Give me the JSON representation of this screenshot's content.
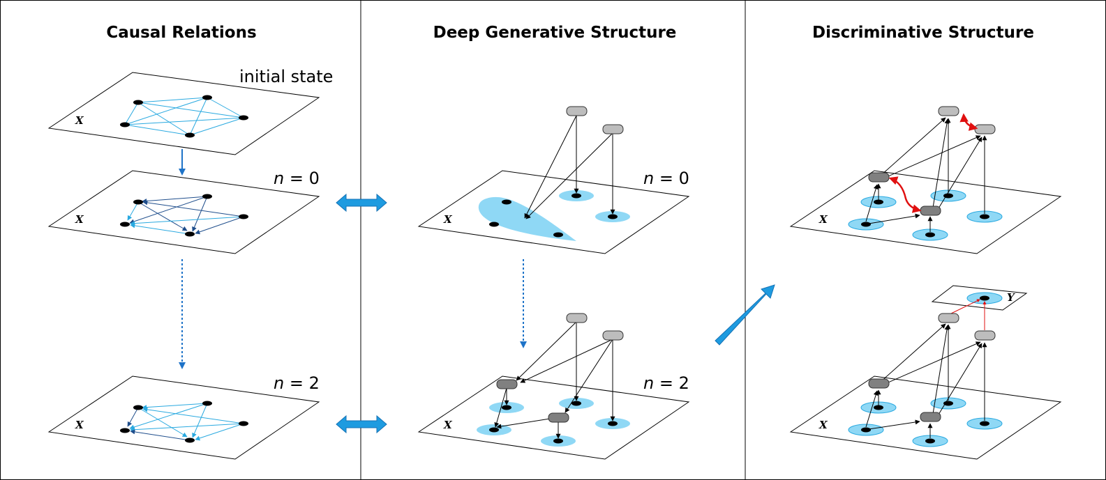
{
  "panels": [
    {
      "title": "Causal Relations"
    },
    {
      "title": "Deep Generative Structure"
    },
    {
      "title": "Discriminative Structure"
    }
  ],
  "labels": {
    "initial_state": "initial state",
    "n_symbol": "n",
    "n0_value": " = 0",
    "n2_value": " = 2",
    "x_var": "X",
    "y_var": "Y"
  },
  "colors": {
    "light_edge": "#29a9e0",
    "dark_edge": "#1f4e8c",
    "arrow_fill": "#1e9be0",
    "ellipse_fill": "#8fd8f5",
    "latent_light": "#b8b8b8",
    "latent_dark": "#7f7f7f",
    "bidirected_edge": "#e01010"
  }
}
